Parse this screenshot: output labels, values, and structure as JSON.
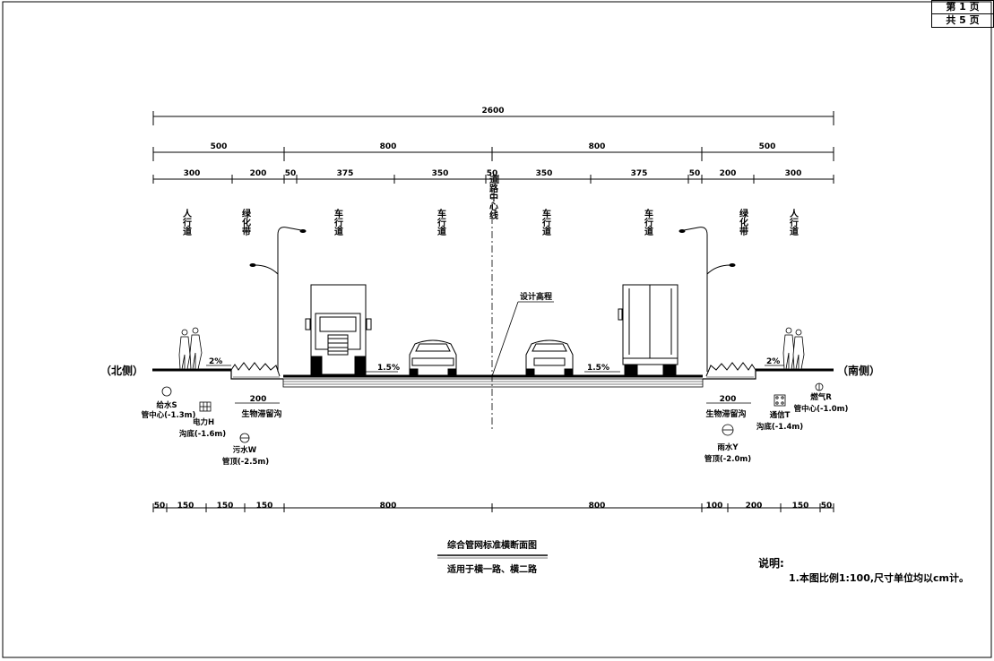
{
  "page": {
    "current": "第 1 页",
    "total": "共 5 页"
  },
  "dims": {
    "overall": "2600",
    "level2": [
      "500",
      "800",
      "800",
      "500"
    ],
    "level3": [
      "300",
      "200",
      "50",
      "375",
      "350",
      "50",
      "350",
      "375",
      "50",
      "200",
      "300"
    ],
    "bottom": [
      "50",
      "150",
      "150",
      "150",
      "800",
      "800",
      "100",
      "200",
      "150",
      "50"
    ]
  },
  "zones": {
    "sidewalk": "人行道",
    "green_belt": "绿化带",
    "lane": "车行道",
    "centerline": "道路中心线"
  },
  "labels": {
    "design_elevation": "设计高程",
    "north": "（北侧）",
    "south": "（南侧）",
    "slope_side": "2%",
    "slope_road": "1.5%",
    "bio_width": "200",
    "bio_ditch": "生物滞留沟"
  },
  "pipes": {
    "water_name": "给水S",
    "water_depth": "管中心(-1.3m)",
    "power_name": "电力H",
    "power_depth": "沟底(-1.6m)",
    "sewage_name": "污水W",
    "sewage_depth": "管顶(-2.5m)",
    "gas_name": "燃气R",
    "gas_depth": "管中心(-1.0m)",
    "telecom_name": "通信T",
    "telecom_depth": "沟底(-1.4m)",
    "rain_name": "雨水Y",
    "rain_depth": "管顶(-2.0m)"
  },
  "title": {
    "main": "综合管网标准横断面图",
    "sub": "适用于横一路、横二路"
  },
  "notes": {
    "heading": "说明:",
    "item1": "1.本图比例1:100,尺寸单位均以cm计。"
  }
}
